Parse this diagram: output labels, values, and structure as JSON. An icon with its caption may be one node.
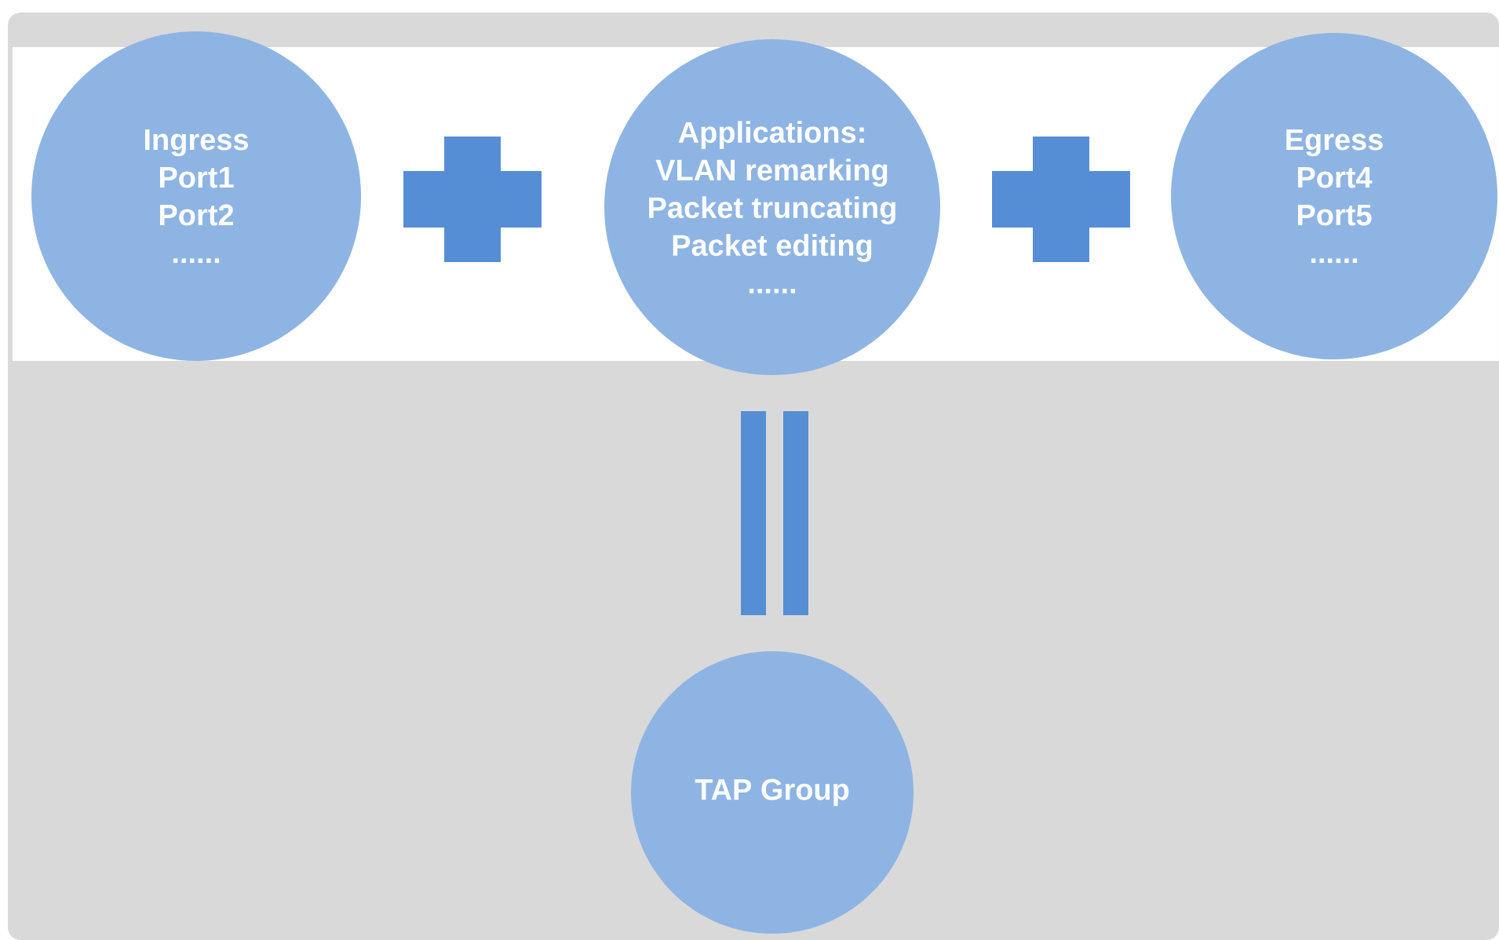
{
  "diagram": {
    "nodes": [
      {
        "text": [
          "Ingress",
          "Port1",
          "Port2",
          "......"
        ]
      },
      {
        "text": [
          "Applications:",
          "VLAN remarking",
          "Packet truncating",
          "Packet editing",
          "......"
        ]
      },
      {
        "text": [
          "Egress",
          "Port4",
          "Port5",
          "......"
        ]
      },
      {
        "text": [
          "TAP Group"
        ]
      }
    ]
  }
}
